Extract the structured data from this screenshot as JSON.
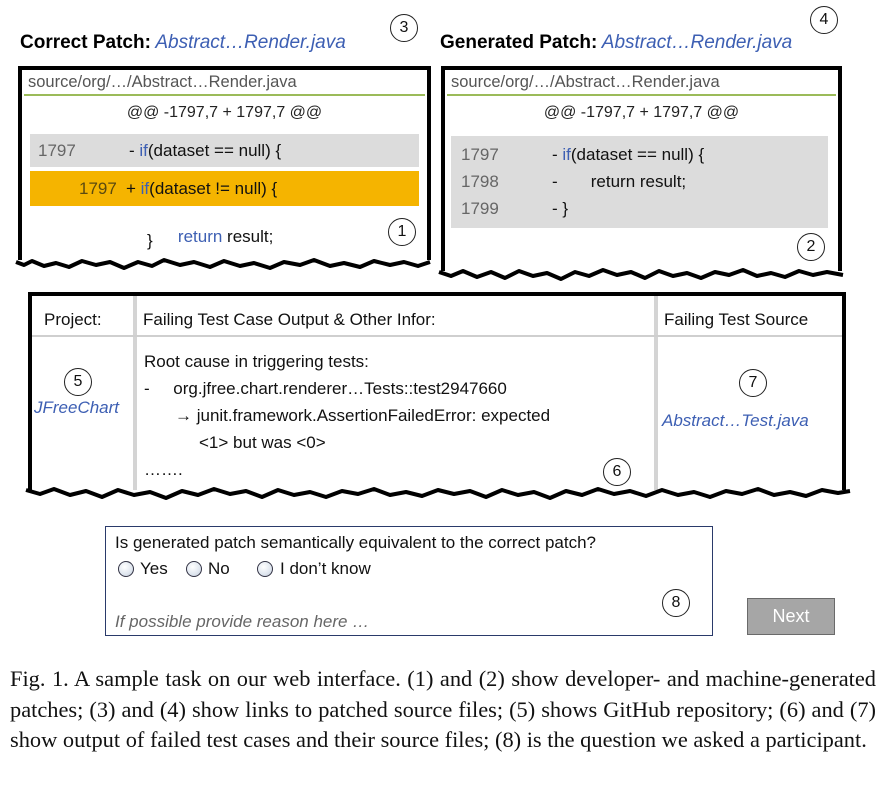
{
  "correct": {
    "label": "Correct Patch:",
    "link": "Abstract…Render.java",
    "marker": "3",
    "path": "source/org/…/Abstract…Render.java",
    "hunk": "@@ -1797,7 + 1797,7 @@",
    "del_ln": "1797",
    "del_prefix": "- ",
    "kw_if": "if",
    "del_rest": "(dataset == null) {",
    "add_ln": "1797",
    "add_prefix": "+ ",
    "add_rest": "(dataset != null) {",
    "ctx_kw": "return",
    "ctx_rest": " result;",
    "ctx_brace": "}",
    "panel_marker": "1",
    "highlight_color": "#f5b400"
  },
  "generated": {
    "label": "Generated Patch:",
    "link": "Abstract…Render.java",
    "marker": "4",
    "path": "source/org/…/Abstract…Render.java",
    "hunk": "@@ -1797,7 + 1797,7 @@",
    "lines": [
      {
        "ln": "1797",
        "prefix": "- ",
        "kw": "if",
        "rest": "(dataset == null) {"
      },
      {
        "ln": "1798",
        "prefix": "-",
        "kw": "",
        "rest": "       return result;"
      },
      {
        "ln": "1799",
        "prefix": "- }",
        "kw": "",
        "rest": ""
      }
    ],
    "panel_marker": "2"
  },
  "info": {
    "col_project": "Project:",
    "col_failing": "Failing Test Case Output & Other Infor:",
    "col_source": "Failing Test Source",
    "project_marker": "5",
    "project": "JFreeChart",
    "root_cause": "Root cause in triggering tests:",
    "test_line": "-     org.jfree.chart.renderer…Tests::test2947660",
    "error_line": "→ junit.framework.AssertionFailedError: expected",
    "error_line2": "<1> but was <0>",
    "ellipsis": "…….",
    "failing_marker": "6",
    "source_marker": "7",
    "source_link": "Abstract…Test.java"
  },
  "question": {
    "text": "Is generated patch semantically equivalent to the correct patch?",
    "options": [
      "Yes",
      "No",
      "I don’t know"
    ],
    "reason_placeholder": "If possible provide reason here …",
    "marker": "8",
    "next_label": "Next"
  },
  "caption": "Fig. 1.  A sample task on our web interface. (1) and (2) show developer- and machine-generated patches; (3) and (4) show links to patched source files; (5) shows GitHub repository; (6) and (7) show output of failed test cases and their source files; (8) is the question we asked a participant."
}
